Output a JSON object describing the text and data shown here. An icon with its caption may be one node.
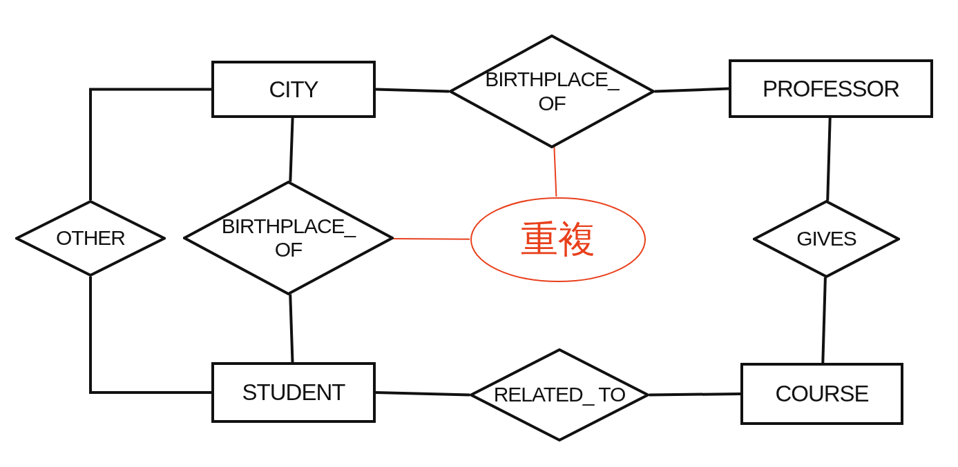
{
  "diagram": {
    "nodes": [
      {
        "text": [
          "CITY"
        ]
      },
      {
        "text": [
          "BIRTHPLACE_ OF"
        ]
      },
      {
        "text": [
          "PROFESSOR"
        ]
      },
      {
        "text": [
          "OTHER"
        ]
      },
      {
        "text": [
          "BIRTHPLACE_ OF"
        ]
      },
      {
        "text": [
          "重複"
        ]
      },
      {
        "text": [
          "GIVES"
        ]
      },
      {
        "text": [
          "STUDENT"
        ]
      },
      {
        "text": [
          "RELATED_ TO"
        ]
      },
      {
        "text": [
          "COURSE"
        ]
      }
    ],
    "edges": [
      {
        "from": 0,
        "to": 1,
        "arrow": "none"
      },
      {
        "from": 1,
        "to": 2,
        "arrow": "none"
      },
      {
        "from": 0,
        "to": 3,
        "arrow": "none"
      },
      {
        "from": 0,
        "to": 4,
        "arrow": "none"
      },
      {
        "from": 3,
        "to": 7,
        "arrow": "none"
      },
      {
        "from": 4,
        "to": 7,
        "arrow": "none"
      },
      {
        "from": 2,
        "to": 6,
        "arrow": "none"
      },
      {
        "from": 6,
        "to": 9,
        "arrow": "none"
      },
      {
        "from": 7,
        "to": 8,
        "arrow": "none"
      },
      {
        "from": 8,
        "to": 9,
        "arrow": "none"
      },
      {
        "from": 5,
        "to": 1,
        "arrow": "none",
        "color": "#e8401c"
      },
      {
        "from": 5,
        "to": 4,
        "arrow": "none",
        "color": "#e8401c"
      }
    ]
  }
}
